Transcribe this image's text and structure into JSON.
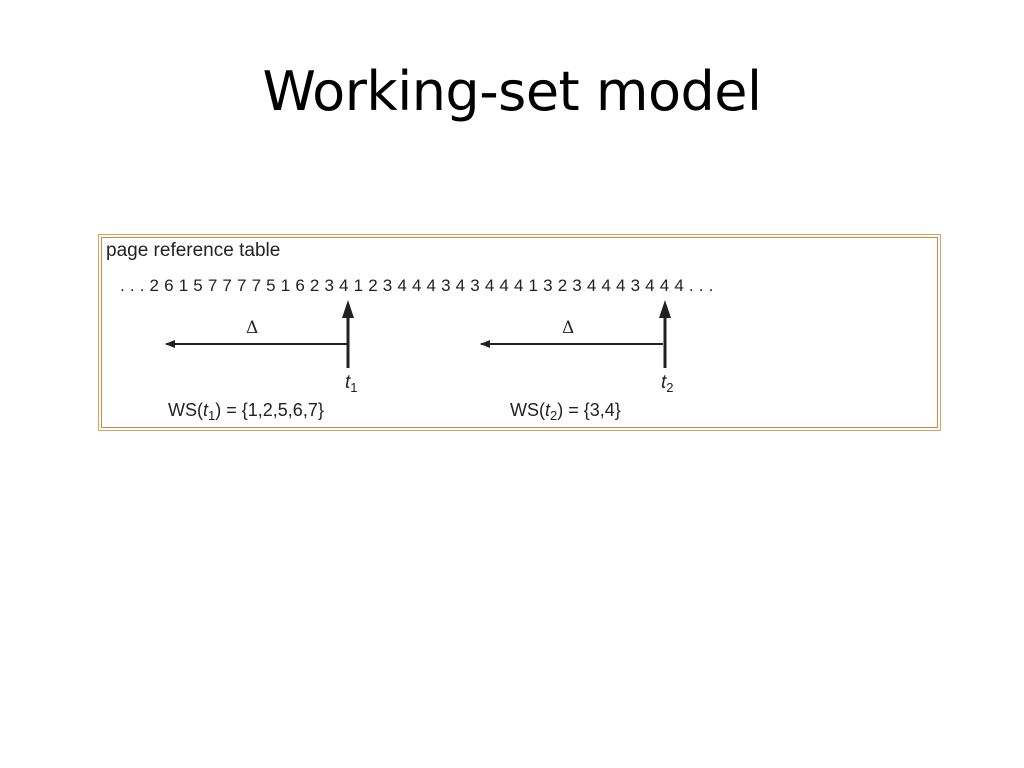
{
  "slide": {
    "title": "Working-set model"
  },
  "figure": {
    "label": "page reference table",
    "reference_string": ". . . 2 6 1 5 7 7 7 7 5 1 6 2 3 4 1 2 3 4 4 4 3 4 3 4 4 4 1 3 2 3 4 4 4 3 4 4 4 . . .",
    "delta_symbol": "Δ",
    "window1": {
      "t_label": "t",
      "t_subscript": "1",
      "ws_prefix": "WS(",
      "ws_var": "t",
      "ws_sub": "1",
      "ws_suffix": ") = {1,2,5,6,7}"
    },
    "window2": {
      "t_label": "t",
      "t_subscript": "2",
      "ws_prefix": "WS(",
      "ws_var": "t",
      "ws_sub": "2",
      "ws_suffix": ") = {3,4}"
    }
  },
  "colors": {
    "frame_outer": "#d8a25a",
    "frame_inner": "#c98a3a",
    "arrow": "#222222"
  }
}
